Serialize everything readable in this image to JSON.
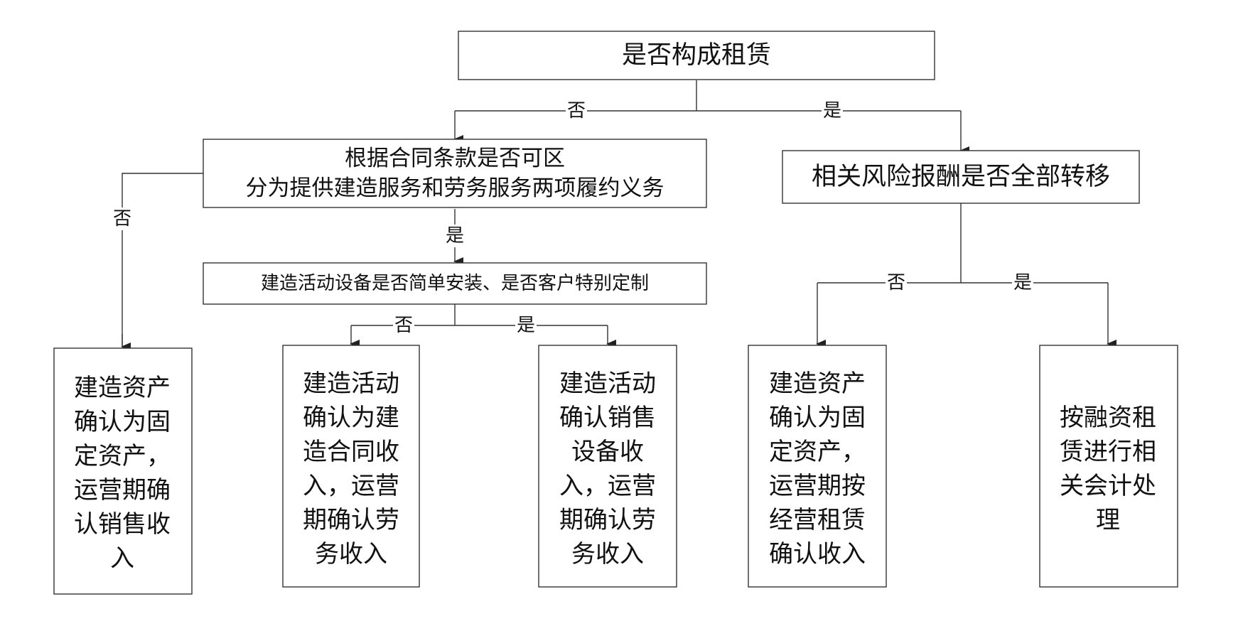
{
  "nodes": {
    "root": {
      "lines": [
        "是否构成租赁"
      ]
    },
    "contract_split": {
      "lines": [
        "根据合同条款是否可区",
        "分为提供建造服务和劳务服务两项履约义务"
      ]
    },
    "risk_transfer": {
      "lines": [
        "相关风险报酬是否全部转移"
      ]
    },
    "equipment_check": {
      "lines": [
        "建造活动设备是否简单安装、是否客户特别定制"
      ]
    },
    "result_fixed_sales": {
      "lines": [
        "建造资产",
        "确认为固",
        "定资产，",
        "运营期确",
        "认销售收",
        "入"
      ]
    },
    "result_construction_contract": {
      "lines": [
        "建造活动",
        "确认为建",
        "造合同收",
        "入，运营",
        "期确认劳",
        "务收入"
      ]
    },
    "result_equipment_sales": {
      "lines": [
        "建造活动",
        "确认销售",
        "设备收",
        "入，运营",
        "期确认劳",
        "务收入"
      ]
    },
    "result_fixed_lease": {
      "lines": [
        "建造资产",
        "确认为固",
        "定资产，",
        "运营期按",
        "经营租赁",
        "确认收入"
      ]
    },
    "result_finance_lease": {
      "lines": [
        "按融资租",
        "赁进行相",
        "关会计处",
        "理"
      ]
    }
  },
  "edge_labels": {
    "root_no": "否",
    "root_yes": "是",
    "contract_no": "否",
    "contract_yes": "是",
    "equipment_no": "否",
    "equipment_yes": "是",
    "risk_no": "否",
    "risk_yes": "是"
  }
}
